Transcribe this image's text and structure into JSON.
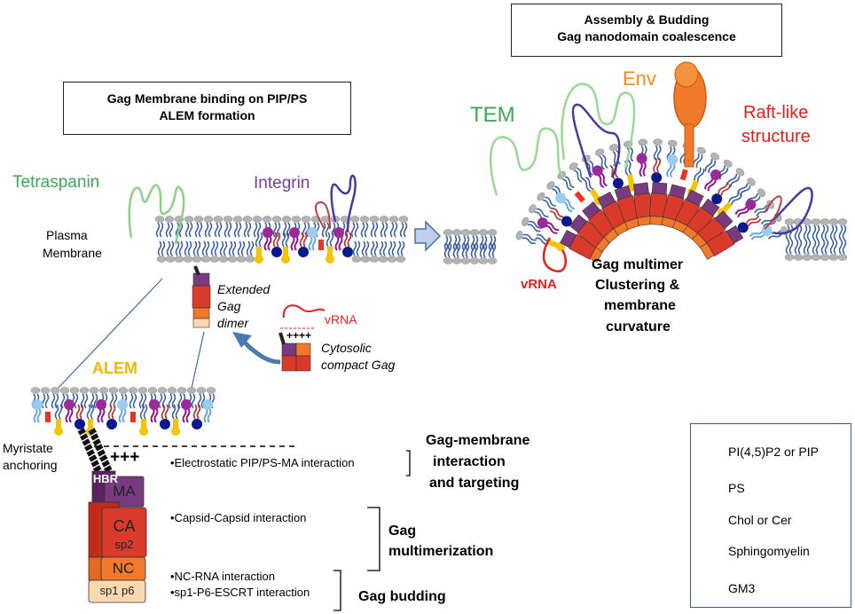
{
  "titles": {
    "left_line1": "Gag Membrane binding on PIP/PS",
    "left_line2": "ALEM formation",
    "right_line1": "Assembly & Budding",
    "right_line2": "Gag nanodomain coalescence"
  },
  "labels": {
    "tetraspanin": "Tetraspanin",
    "integrin": "Integrin",
    "plasma_line1": "Plasma",
    "plasma_line2": "Membrane",
    "extended_line1": "Extended",
    "extended_line2": "Gag",
    "extended_line3": "dimer",
    "vrna_left": "vRNA",
    "plus_signs": "++++",
    "cytosolic_line1": "Cytosolic",
    "cytosolic_line2": "compact Gag",
    "alem": "ALEM",
    "myristate_line1": "Myristate",
    "myristate_line2": "anchoring",
    "plus_alem": "+++",
    "tem": "TEM",
    "env": "Env",
    "raft_line1": "Raft-like",
    "raft_line2": "structure",
    "vrna_right": "vRNA",
    "multimer_line1": "Gag multimer",
    "multimer_line2": "Clustering &",
    "multimer_line3": "membrane",
    "multimer_line4": "curvature"
  },
  "domains": {
    "hbr": "HBR",
    "ma": "MA",
    "ca": "CA",
    "sp2": "sp2",
    "nc": "NC",
    "sp1p6": "sp1 p6"
  },
  "interactions": {
    "electrostatic": "•Electrostatic  PIP/PS-MA interaction",
    "capsid": "•Capsid-Capsid interaction",
    "nc_rna": "•NC-RNA interaction",
    "escrt": "•sp1-P6-ESCRT interaction"
  },
  "categories": {
    "membrane_line1": "Gag-membrane",
    "membrane_line2": "interaction",
    "membrane_line3": "and targeting",
    "multimer_line1": "Gag",
    "multimer_line2": "multimerization",
    "budding": "Gag budding"
  },
  "legend": [
    {
      "label": "PI(4,5)P2 or PIP",
      "icon": "pip-lipid-icon"
    },
    {
      "label": "PS",
      "icon": "ps-lipid-icon"
    },
    {
      "label": "Chol or Cer",
      "icon": "cholesterol-icon"
    },
    {
      "label": "Sphingomyelin",
      "icon": "sphingomyelin-icon"
    },
    {
      "label": "GM3",
      "icon": "gm3-icon"
    }
  ],
  "colors": {
    "tetraspanin": "#6cc46a",
    "integrin": "#7b3f9a",
    "env": "#f08a2a",
    "raft": "#e3211c",
    "vrna": "#e3211c",
    "alem": "#f5b800",
    "pip": "#f5c400",
    "ps": "#0a1a8a",
    "chol": "#ee3322",
    "sm": "#8a1a8a",
    "gm3": "#8cc4ee",
    "ma": "#7a3a80",
    "ca": "#d93a2a",
    "nc": "#f07a2a",
    "p6": "#fbd8b0",
    "arrow": "#4a7ab0"
  }
}
